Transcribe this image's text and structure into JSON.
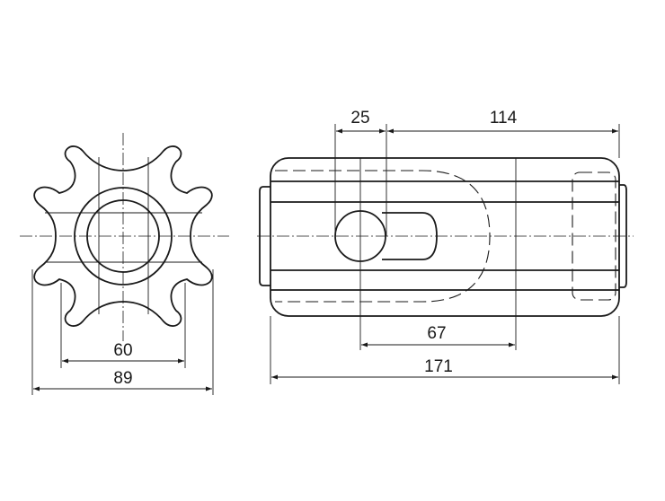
{
  "drawing": {
    "dimensions": {
      "end_view_inner": "60",
      "end_view_outer": "89",
      "slot_width": "25",
      "slot_to_end": "114",
      "hole_to_step": "67",
      "overall_length": "171"
    }
  }
}
